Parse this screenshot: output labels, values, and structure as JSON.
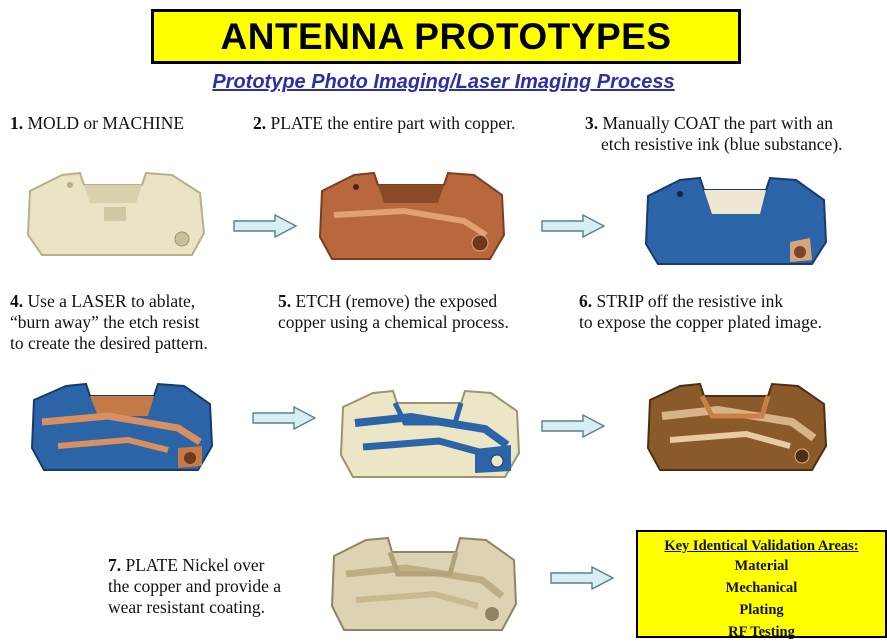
{
  "title": "ANTENNA PROTOTYPES",
  "subtitle": "Prototype Photo Imaging/Laser Imaging Process",
  "steps": [
    {
      "num": "1.",
      "lines": [
        "MOLD or MACHINE"
      ]
    },
    {
      "num": "2.",
      "lines": [
        "PLATE the entire part with copper."
      ]
    },
    {
      "num": "3.",
      "lines": [
        "Manually COAT the part with an",
        "etch resistive ink (blue substance)."
      ]
    },
    {
      "num": "4.",
      "lines": [
        "Use a LASER to ablate,",
        "“burn away” the etch resist",
        "to create the desired pattern."
      ]
    },
    {
      "num": "5.",
      "lines": [
        "ETCH (remove) the exposed",
        "copper using a chemical process."
      ]
    },
    {
      "num": "6.",
      "lines": [
        "STRIP off the resistive ink",
        "to expose the copper plated image."
      ]
    },
    {
      "num": "7.",
      "lines": [
        "PLATE Nickel over",
        "the copper and provide a",
        "wear resistant coating."
      ]
    }
  ],
  "key_box": {
    "title": "Key Identical Validation Areas:",
    "items": [
      "Material",
      "Mechanical",
      "Plating",
      "RF Testing"
    ]
  },
  "colors": {
    "title_bg": "#ffff00",
    "subtitle": "#2b2fa8",
    "arrow_fill": "#d7eef5",
    "arrow_stroke": "#5a7f8c",
    "plastic": "#e9e4c4",
    "copper": "#b8683c",
    "resist_blue": "#2c64a8",
    "nickel": "#d8c9a4"
  }
}
